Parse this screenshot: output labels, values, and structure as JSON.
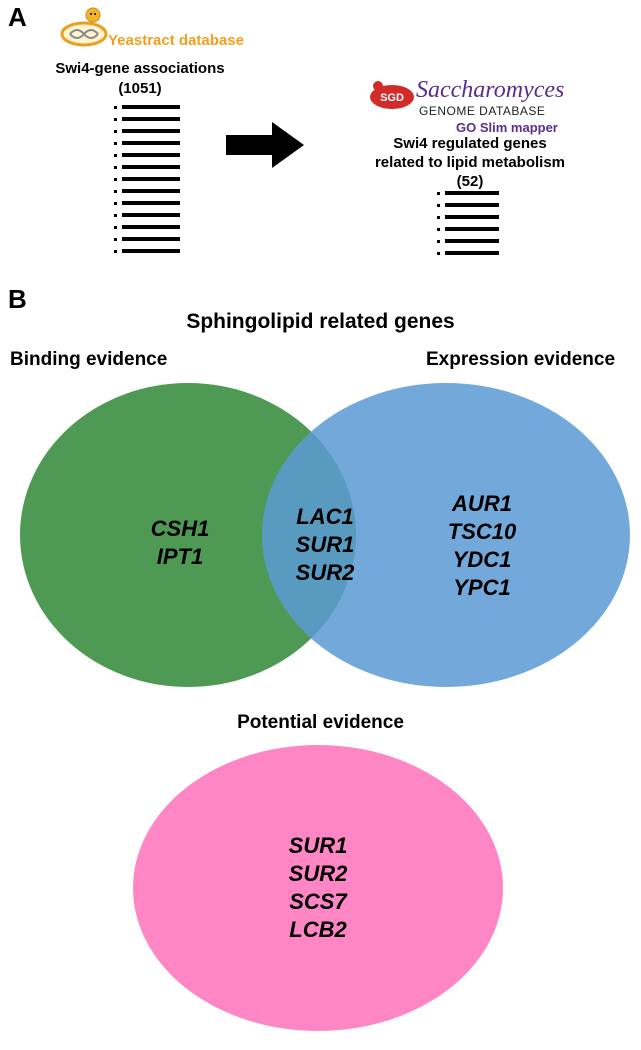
{
  "panel_a": {
    "label": "A",
    "yeastract": {
      "name": "Yeastract database",
      "logo_icon": "yeast-dna-logo-icon"
    },
    "associations": {
      "title": "Swi4-gene associations",
      "count": "(1051)"
    },
    "arrow_icon": "right-arrow-icon",
    "sgd": {
      "badge": "SGD",
      "title": "Saccharomyces",
      "subtitle": "GENOME DATABASE",
      "tool": "GO Slim mapper"
    },
    "regulated": {
      "line1": "Swi4 regulated genes",
      "line2": "related to lipid metabolism",
      "count": "(52)"
    }
  },
  "panel_b": {
    "label": "B",
    "title": "Sphingolipid related genes",
    "binding_label": "Binding evidence",
    "expression_label": "Expression evidence",
    "potential_label": "Potential evidence",
    "binding_only": [
      "CSH1",
      "IPT1"
    ],
    "overlap": [
      "LAC1",
      "SUR1",
      "SUR2"
    ],
    "expression_only": [
      "AUR1",
      "TSC10",
      "YDC1",
      "YPC1"
    ],
    "potential": [
      "SUR1",
      "SUR2",
      "SCS7",
      "LCB2"
    ],
    "colors": {
      "binding": "#4e9a55",
      "expression": "#5b9ad4",
      "potential": "#ff86c4"
    }
  }
}
